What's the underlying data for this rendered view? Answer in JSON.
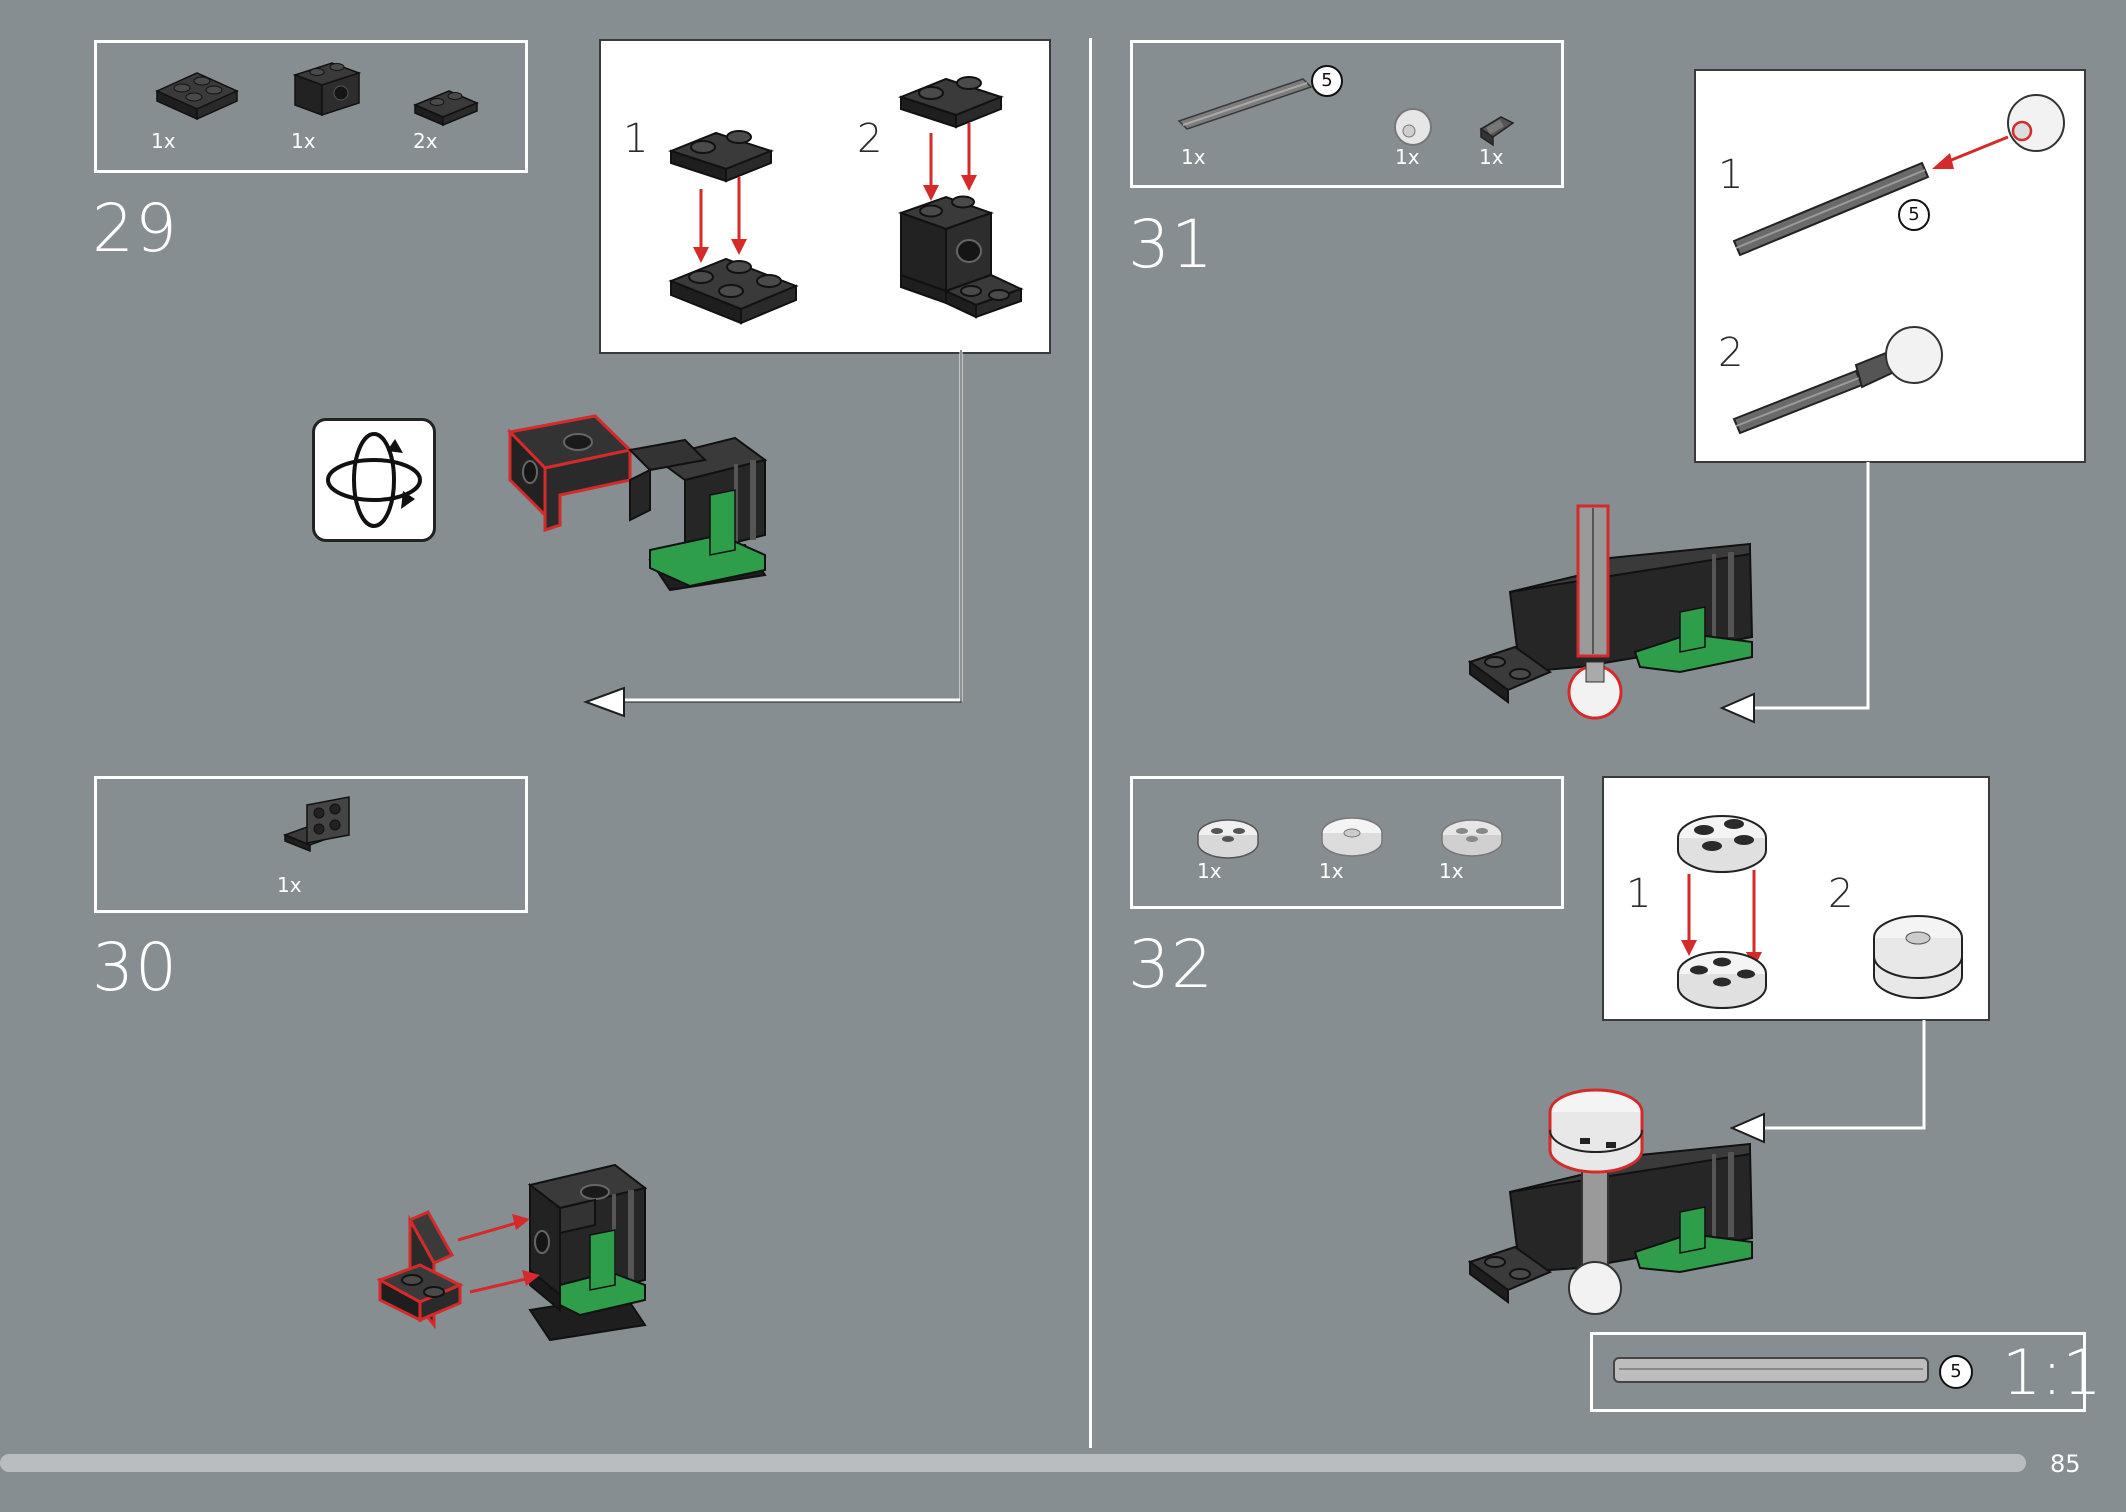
{
  "steps": [
    {
      "number": "29",
      "parts": [
        {
          "qty": "1x"
        },
        {
          "qty": "1x"
        },
        {
          "qty": "2x"
        }
      ],
      "sub_labels": [
        "1",
        "2"
      ]
    },
    {
      "number": "30",
      "parts": [
        {
          "qty": "1x"
        }
      ]
    },
    {
      "number": "31",
      "parts": [
        {
          "qty": "1x"
        },
        {
          "qty": "1x"
        },
        {
          "qty": "1x"
        }
      ],
      "axle_length": "5",
      "sub_labels": [
        "1",
        "2"
      ],
      "sub_axle_length": "5"
    },
    {
      "number": "32",
      "parts": [
        {
          "qty": "1x"
        },
        {
          "qty": "1x"
        },
        {
          "qty": "1x"
        }
      ],
      "sub_labels": [
        "1",
        "2"
      ]
    }
  ],
  "scale": {
    "axle_length": "5",
    "ratio": "1:1"
  },
  "page_number": "85",
  "colors": {
    "background": "#868e91",
    "brick": "#2a2a2a",
    "highlight": "#d42a2a",
    "green": "#2f9e4a",
    "white": "#ffffff",
    "light_brick": "#d9d9d9"
  },
  "icons": [
    "rotate-model-icon"
  ]
}
